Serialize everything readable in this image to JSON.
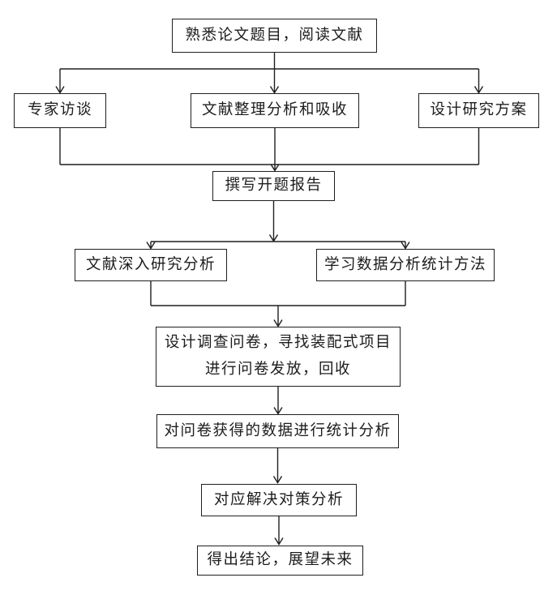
{
  "diagram": {
    "type": "flowchart",
    "background_color": "#ffffff",
    "line_color": "#1f1f1f",
    "box_border_color": "#1f1f1f",
    "text_color": "#1c1c1c",
    "nodes": [
      {
        "id": "read-literature",
        "label": "熟悉论文题目，阅读文献"
      },
      {
        "id": "expert-interview",
        "label": "专家访谈"
      },
      {
        "id": "literature-organize",
        "label": "文献整理分析和吸收"
      },
      {
        "id": "design-research-plan",
        "label": "设计研究方案"
      },
      {
        "id": "write-proposal",
        "label": "撰写开题报告"
      },
      {
        "id": "deep-literature-research",
        "label": "文献深入研究分析"
      },
      {
        "id": "learn-statistics",
        "label": "学习数据分析统计方法"
      },
      {
        "id": "design-questionnaire",
        "label": "设计调查问卷，寻找装配式项目\n进行问卷发放，回收"
      },
      {
        "id": "statistical-analysis",
        "label": "对问卷获得的数据进行统计分析"
      },
      {
        "id": "countermeasure-analysis",
        "label": "对应解决对策分析"
      },
      {
        "id": "conclusion",
        "label": "得出结论，展望未来"
      }
    ],
    "edges": [
      {
        "from": "read-literature",
        "to": "expert-interview"
      },
      {
        "from": "read-literature",
        "to": "literature-organize"
      },
      {
        "from": "read-literature",
        "to": "design-research-plan"
      },
      {
        "from": "expert-interview",
        "to": "write-proposal"
      },
      {
        "from": "literature-organize",
        "to": "write-proposal"
      },
      {
        "from": "design-research-plan",
        "to": "write-proposal"
      },
      {
        "from": "write-proposal",
        "to": "deep-literature-research"
      },
      {
        "from": "write-proposal",
        "to": "learn-statistics"
      },
      {
        "from": "deep-literature-research",
        "to": "design-questionnaire"
      },
      {
        "from": "learn-statistics",
        "to": "design-questionnaire"
      },
      {
        "from": "design-questionnaire",
        "to": "statistical-analysis"
      },
      {
        "from": "statistical-analysis",
        "to": "countermeasure-analysis"
      },
      {
        "from": "countermeasure-analysis",
        "to": "conclusion"
      }
    ]
  }
}
